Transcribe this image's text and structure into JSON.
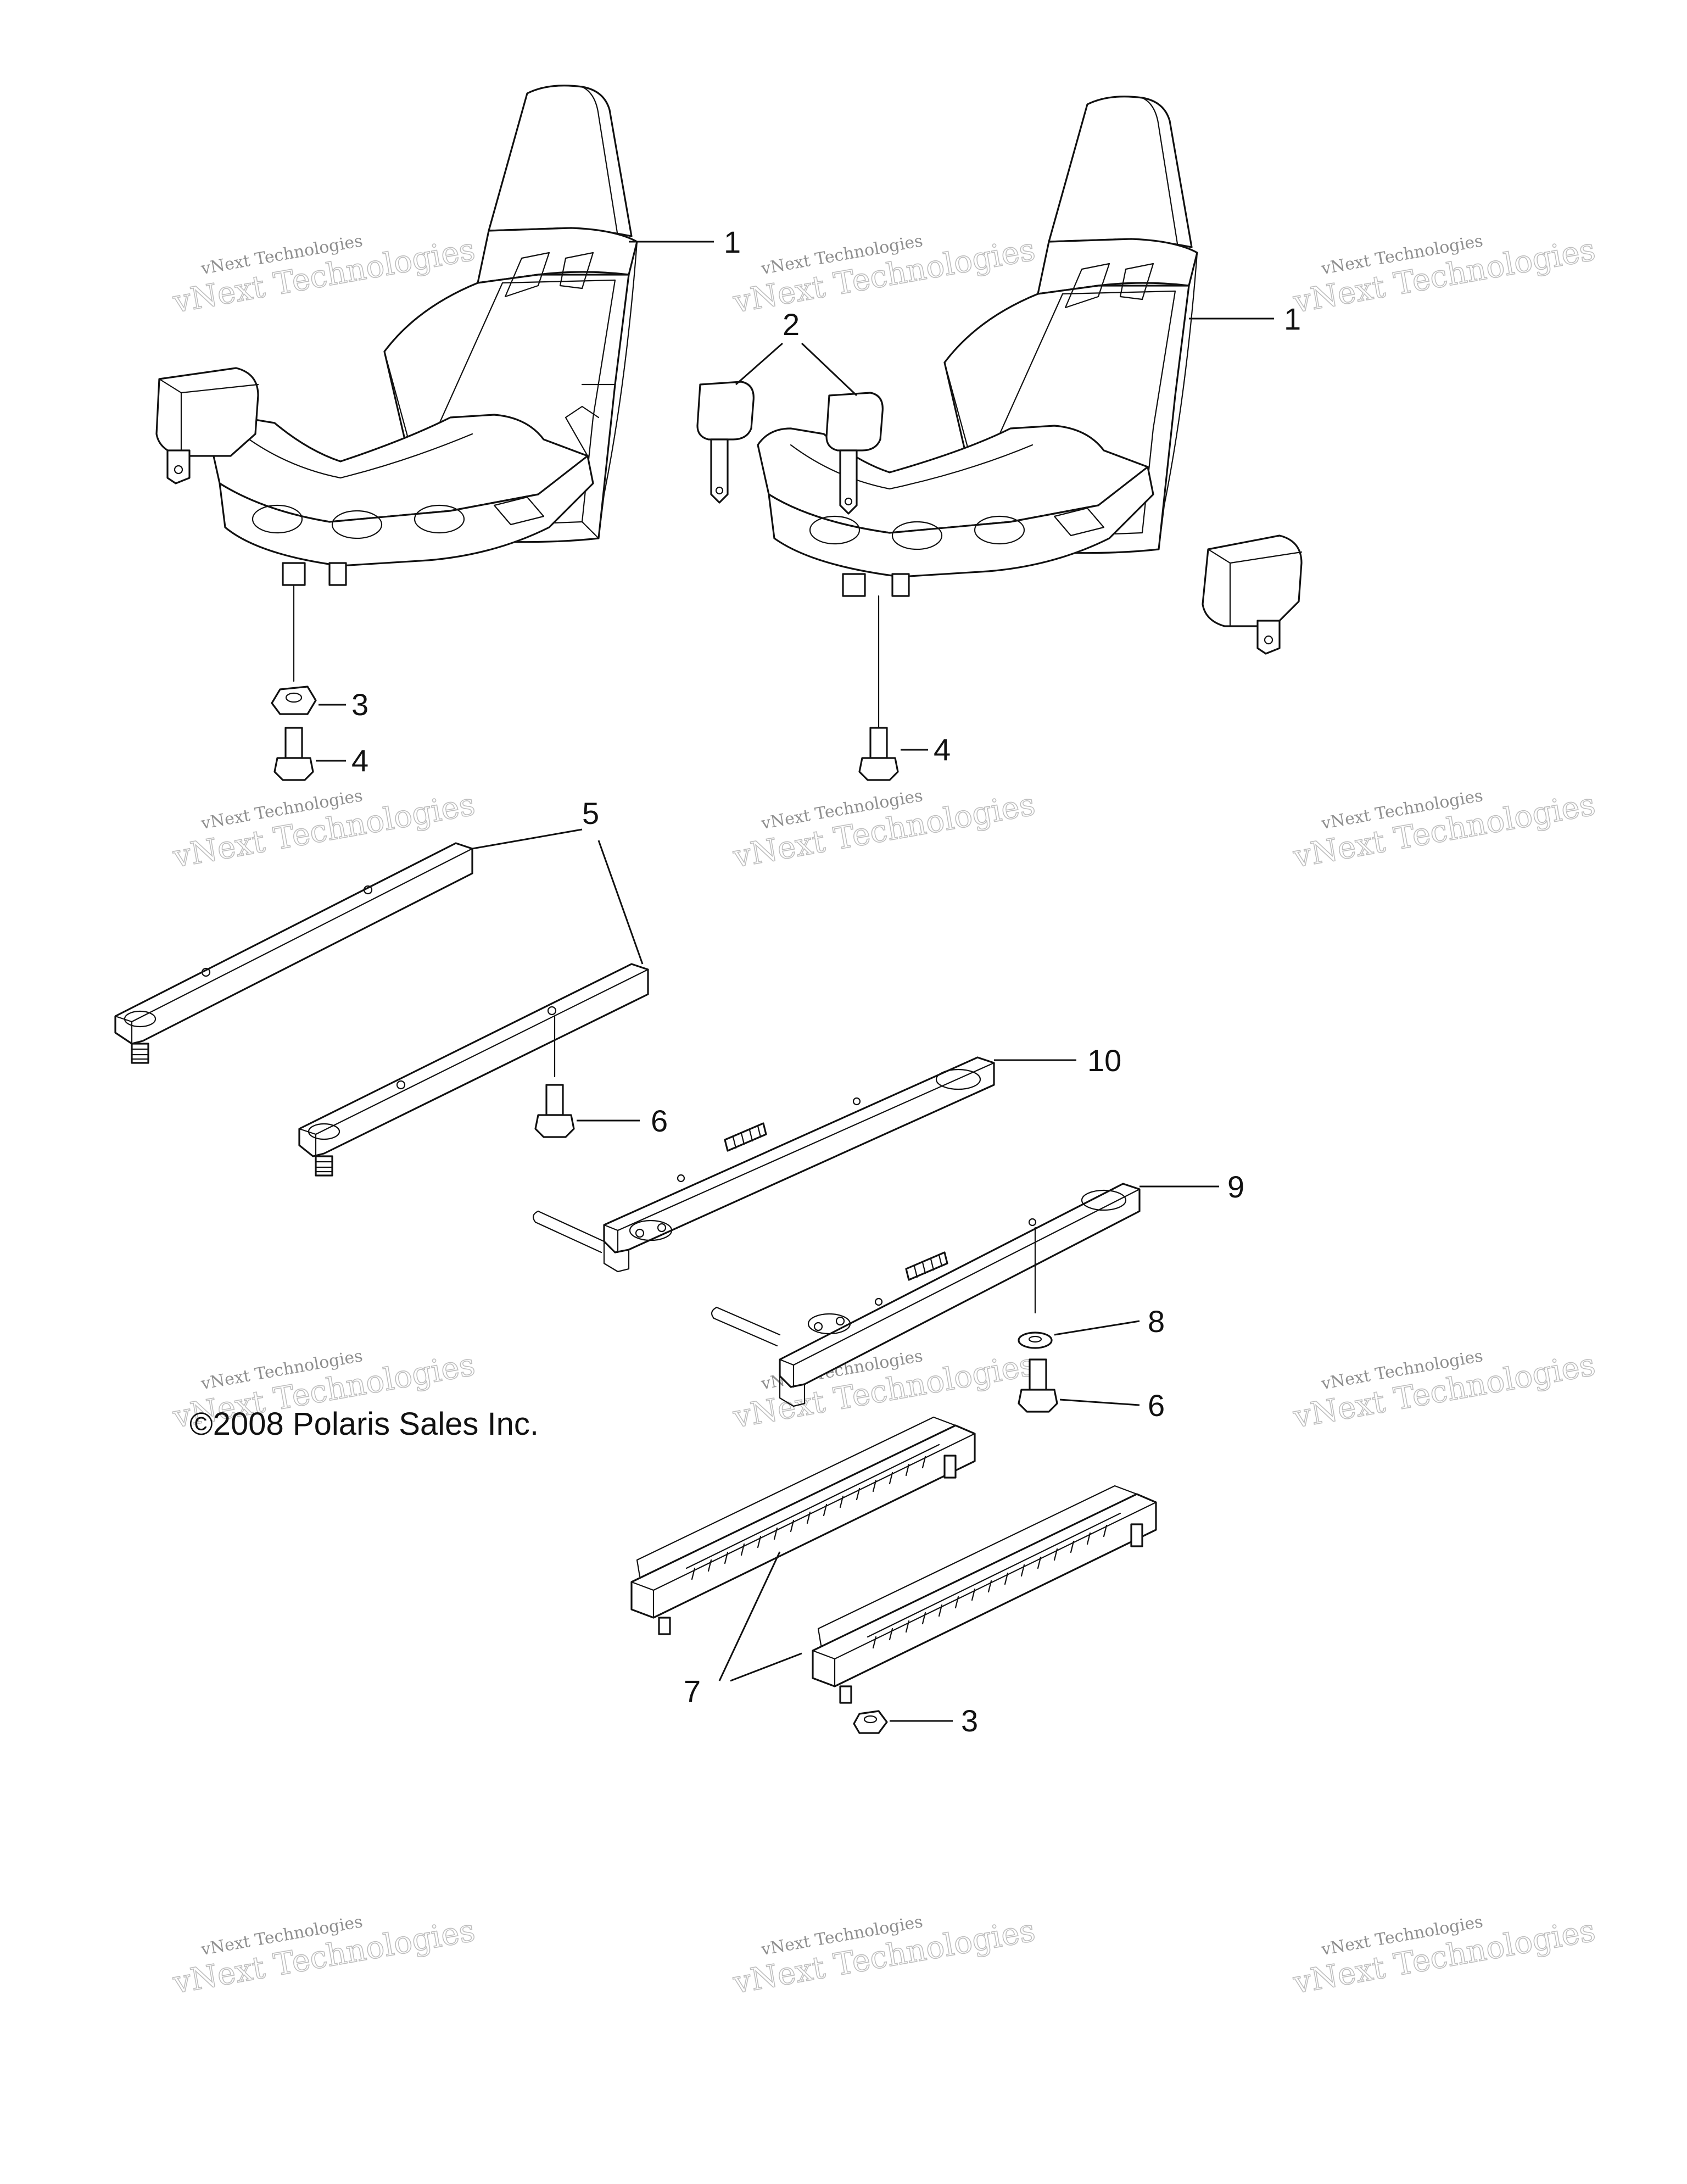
{
  "diagram": {
    "copyright": "©2008 Polaris Sales Inc.",
    "watermark": {
      "line1": "vNext Technologies",
      "line2": "vNext Technologies"
    },
    "callouts": {
      "seat_left": "1",
      "seat_right": "1",
      "seatbelt_buckle": "2",
      "nut_top": "3",
      "screw_left": "4",
      "screw_right": "4",
      "seat_base_bracket": "5",
      "bolt_upper": "6",
      "bolt_lower": "6",
      "slide_rail": "7",
      "washer": "8",
      "seat_slider_lower": "9",
      "seat_slider_upper": "10",
      "nut_bottom": "3"
    }
  }
}
